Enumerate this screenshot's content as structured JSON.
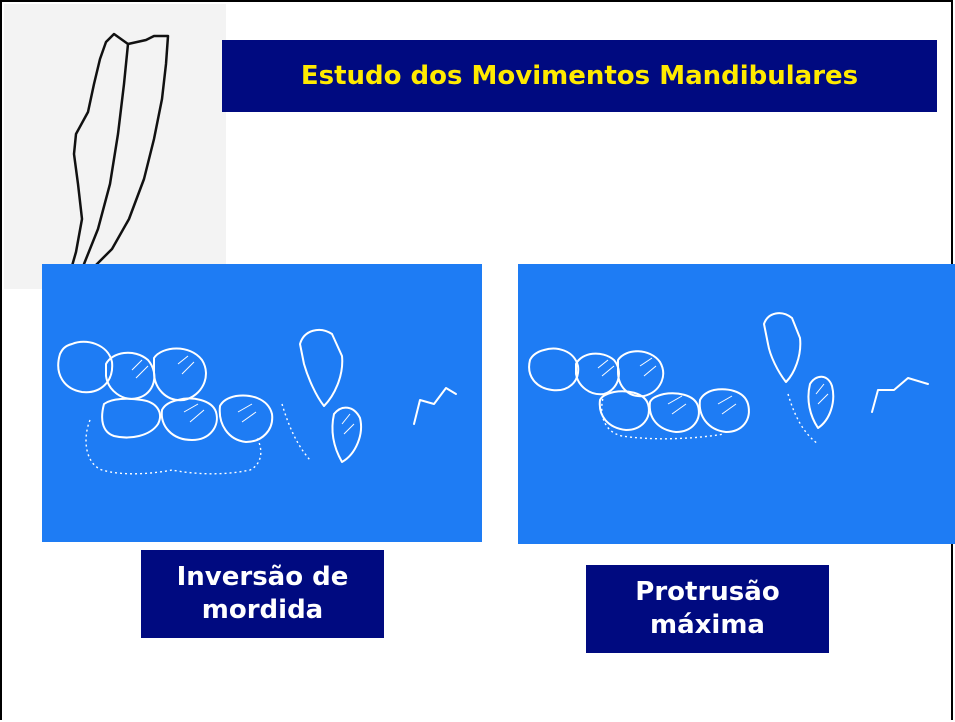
{
  "slide": {
    "title": "Estudo dos Movimentos Mandibulares",
    "left_panel": {
      "caption_line1": "Inversão de",
      "caption_line2": "mordida"
    },
    "right_panel": {
      "caption_line1": "Protrusão",
      "caption_line2": "máxima"
    }
  },
  "colors": {
    "title_bg": "#000a80",
    "title_text": "#ffea00",
    "panel_blue": "#1e7cf4",
    "caption_bg": "#000a80"
  }
}
